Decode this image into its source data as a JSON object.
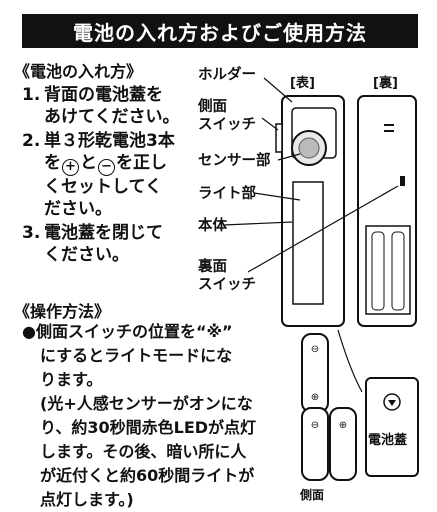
{
  "title": "電池の入れ方およびご使用方法",
  "battery_section": {
    "heading": "《電池の入れ方》",
    "steps": [
      {
        "num": "1.",
        "lines": [
          "背面の電池蓋を",
          "あけてください。"
        ]
      },
      {
        "num": "2.",
        "line1": "単３形乾電池3本",
        "line2a": "を",
        "plus": "+",
        "line2b": "と",
        "minus": "−",
        "line2c": "を正し",
        "line3": "くセットしてく",
        "line4": "ださい。"
      },
      {
        "num": "3.",
        "lines": [
          "電池蓋を閉じて",
          "ください。"
        ]
      }
    ]
  },
  "diagram": {
    "front_header": "[表]",
    "back_header": "[裏]",
    "labels": {
      "holder": "ホルダー",
      "side_switch_1": "側面",
      "side_switch_2": "スイッチ",
      "sensor": "センサー部",
      "light": "ライト部",
      "body": "本体",
      "back_switch_1": "裏面",
      "back_switch_2": "スイッチ",
      "battery_cover": "電池蓋",
      "bottom_side": "側面"
    }
  },
  "operation_section": {
    "heading": "《操作方法》",
    "lines": [
      "●側面スイッチの位置を“※”",
      "にするとライトモードにな",
      "ります。",
      "(光+人感センサーがオンにな",
      "り、約30秒間赤色LEDが点灯",
      "します。その後、暗い所に人",
      "が近付くと約60秒間ライトが",
      "点灯します。)"
    ]
  }
}
